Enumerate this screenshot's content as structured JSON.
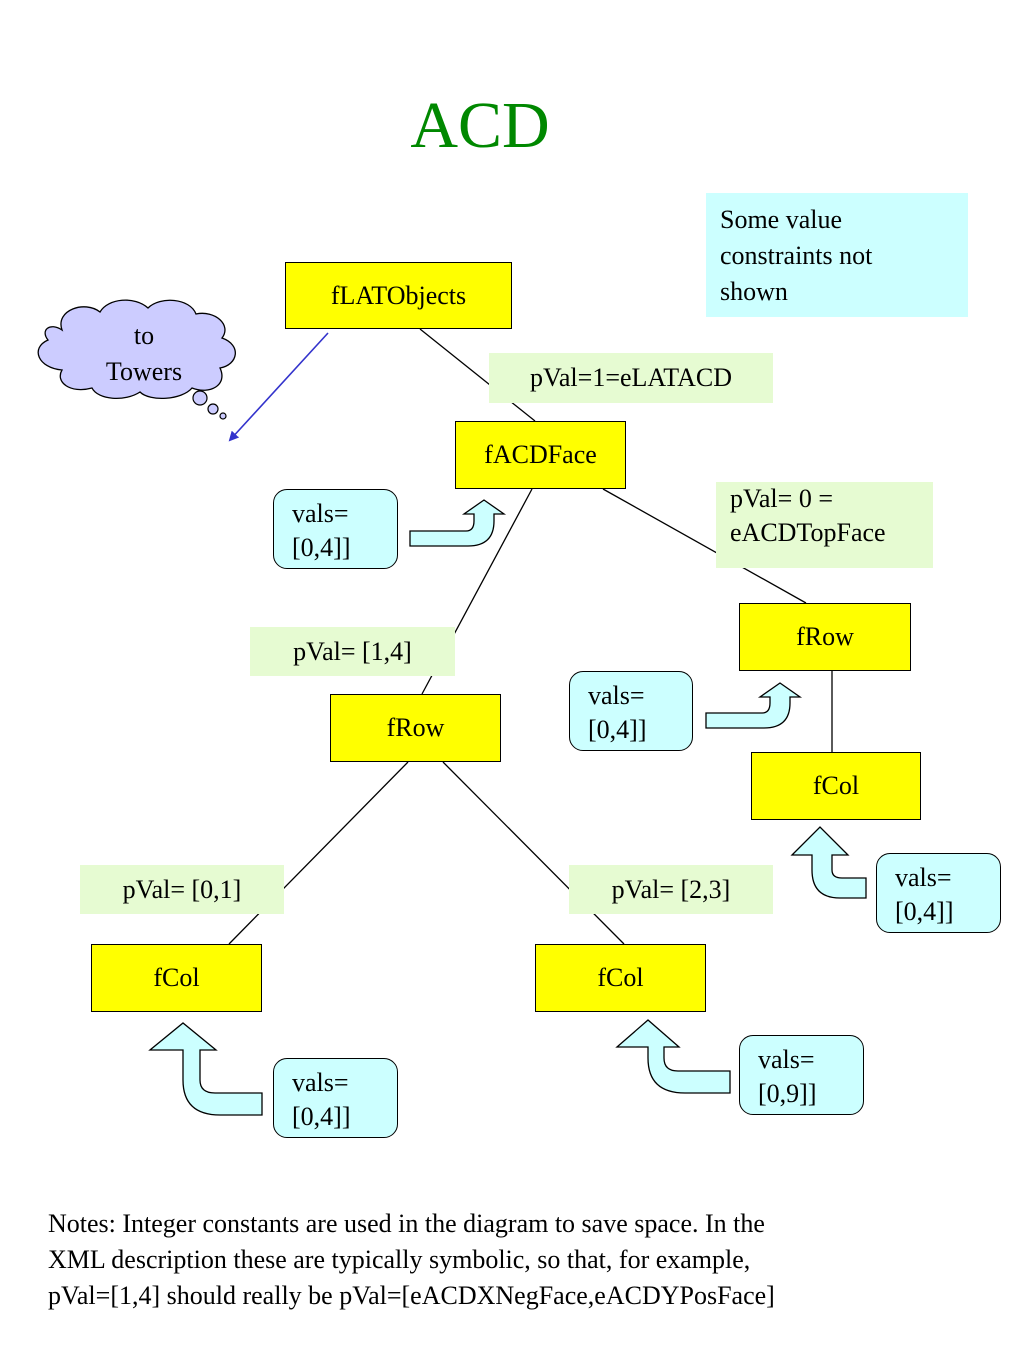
{
  "title": "ACD",
  "colors": {
    "title": "#008800",
    "node_fill": "#ffff00",
    "label_fill": "#e6fbd2",
    "vals_fill": "#ccffff",
    "cloud_fill": "#ccccff",
    "pointer_arrow": "#3333cc"
  },
  "constraints_note": [
    "Some value",
    "constraints not",
    "shown"
  ],
  "cloud": {
    "icon": "thought-cloud-icon",
    "lines": [
      "to",
      "Towers"
    ]
  },
  "nodes": {
    "root": "fLATObjects",
    "acd_face": "fACDFace",
    "row_left": "fRow",
    "row_right": "fRow",
    "col_left_1": "fCol",
    "col_left_2": "fCol",
    "col_right": "fCol"
  },
  "pval_labels": {
    "acd_face": [
      "pVal=1=eLATACD"
    ],
    "row_right": [
      "pVal= 0 =",
      "eACDTopFace"
    ],
    "row_left": [
      "pVal= [1,4]"
    ],
    "col_left_1": [
      "pVal= [0,1]"
    ],
    "col_left_2": [
      "pVal= [2,3]"
    ]
  },
  "vals_boxes": {
    "acd_face": [
      "vals=",
      "[0,4]]"
    ],
    "row_right": [
      "vals=",
      "[0,4]]"
    ],
    "col_right": [
      "vals=",
      "[0,4]]"
    ],
    "col_left_1": [
      "vals=",
      "[0,4]]"
    ],
    "col_left_2": [
      "vals=",
      "[0,9]]"
    ]
  },
  "notes": [
    "Notes:  Integer constants are used in the diagram to save space.  In the",
    "XML description these are typically symbolic, so that, for example,",
    "pVal=[1,4] should really be pVal=[eACDXNegFace,eACDYPosFace]"
  ]
}
